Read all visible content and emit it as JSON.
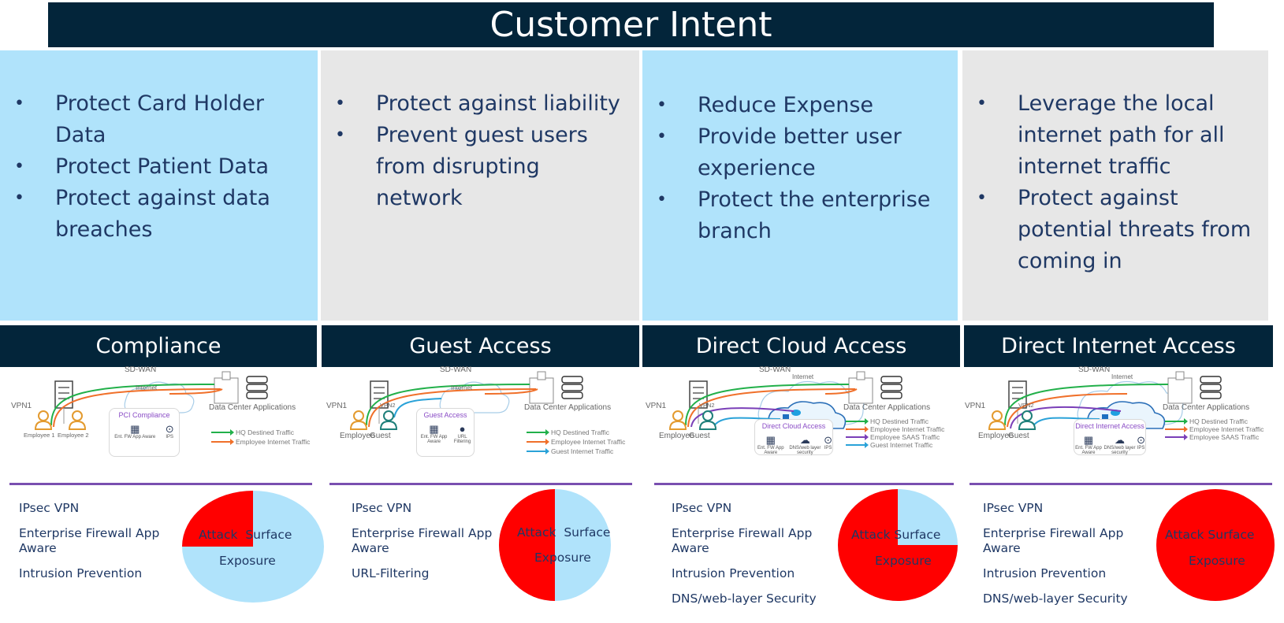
{
  "title": "Customer Intent",
  "colors": {
    "header_bg": "#03253a",
    "panel_blue": "#b0e3fb",
    "panel_gray": "#e7e7e7",
    "text_navy": "#1f3864",
    "divider_purple": "#7a4fb0",
    "pie_attack": "#ff0000",
    "pie_safe": "#b0e3fb",
    "hq_traffic": "#22b04a",
    "employee_internet": "#f0702a",
    "employee_saas": "#7a3fb8",
    "guest_internet": "#2aa2d8"
  },
  "columns": [
    {
      "category": "Compliance",
      "intents": [
        "Protect Card Holder Data",
        "Protect Patient Data",
        "Protect against data breaches"
      ],
      "diagram": {
        "sdwan_label": "SD-WAN",
        "cloud_label": "Internet",
        "vpn_labels": [
          "VPN1"
        ],
        "users": [
          "Employee 1",
          "Employee 2"
        ],
        "dc_label": "Data Center Applications",
        "security_box": {
          "title": "PCI Compliance",
          "icons": [
            {
              "icon": "firewall-icon",
              "label": "Ent. FW App Aware"
            },
            {
              "icon": "ips-icon",
              "label": "IPS"
            }
          ]
        },
        "legend": [
          {
            "label": "HQ Destined Traffic",
            "color": "#22b04a"
          },
          {
            "label": "Employee Internet Traffic",
            "color": "#f0702a"
          }
        ]
      },
      "features": [
        "IPsec VPN",
        "Enterprise Firewall App Aware",
        "Intrusion Prevention"
      ],
      "pie": {
        "attack_surface_exposure_pct": 25,
        "label_1": "Attack  Surface",
        "label_2": "Exposure"
      }
    },
    {
      "category": "Guest Access",
      "intents": [
        "Protect against liability",
        "Prevent guest users from disrupting network"
      ],
      "diagram": {
        "sdwan_label": "SD-WAN",
        "cloud_label": "Internet",
        "vpn_labels": [
          "VPN1",
          "VPN2"
        ],
        "users": [
          "Employee",
          "Guest"
        ],
        "dc_label": "Data Center Applications",
        "security_box": {
          "title": "Guest Access",
          "icons": [
            {
              "icon": "firewall-icon",
              "label": "Ent. FW App Aware"
            },
            {
              "icon": "url-filter-icon",
              "label": "URL Filtering"
            }
          ]
        },
        "legend": [
          {
            "label": "HQ Destined Traffic",
            "color": "#22b04a"
          },
          {
            "label": "Employee Internet Traffic",
            "color": "#f0702a"
          },
          {
            "label": "Guest Internet Traffic",
            "color": "#2aa2d8"
          }
        ]
      },
      "features": [
        "IPsec VPN",
        "Enterprise Firewall App Aware",
        "URL-Filtering"
      ],
      "pie": {
        "attack_surface_exposure_pct": 50,
        "label_1": "Attack  Surface",
        "label_2": "Exposure"
      }
    },
    {
      "category": "Direct Cloud Access",
      "intents": [
        "Reduce Expense",
        "Provide better user experience",
        "Protect the enterprise branch"
      ],
      "diagram": {
        "sdwan_label": "SD-WAN",
        "cloud_label": "Internet",
        "saas_label": "SaaS",
        "vpn_labels": [
          "VPN1",
          "VPN2"
        ],
        "users": [
          "Employee",
          "Guest"
        ],
        "dc_label": "Data Center Applications",
        "security_box": {
          "title": "Direct Cloud Access",
          "icons": [
            {
              "icon": "firewall-icon",
              "label": "Ent. FW App Aware"
            },
            {
              "icon": "cloud-security-icon",
              "label": "DNS/web layer security"
            },
            {
              "icon": "ips-icon",
              "label": "IPS"
            }
          ]
        },
        "legend": [
          {
            "label": "HQ Destined Traffic",
            "color": "#22b04a"
          },
          {
            "label": "Employee Internet Traffic",
            "color": "#f0702a"
          },
          {
            "label": "Employee SAAS Traffic",
            "color": "#7a3fb8"
          },
          {
            "label": "Guest Internet Traffic",
            "color": "#2aa2d8"
          }
        ]
      },
      "features": [
        "IPsec VPN",
        "Enterprise Firewall App Aware",
        "Intrusion Prevention",
        "DNS/web-layer Security"
      ],
      "pie": {
        "attack_surface_exposure_pct": 75,
        "label_1": "Attack Surface",
        "label_2": "Exposure"
      }
    },
    {
      "category": "Direct Internet Access",
      "intents": [
        "Leverage the local internet path for all internet traffic",
        "Protect against potential threats from coming in"
      ],
      "diagram": {
        "sdwan_label": "SD-WAN",
        "cloud_label": "Internet",
        "saas_label": "SaaS",
        "vpn_labels": [
          "VPN1",
          "VPN2"
        ],
        "users": [
          "Employee",
          "Guest"
        ],
        "dc_label": "Data Center Applications",
        "security_box": {
          "title": "Direct Internet Access",
          "icons": [
            {
              "icon": "firewall-icon",
              "label": "Ent. FW App Aware"
            },
            {
              "icon": "cloud-security-icon",
              "label": "DNS/web layer security"
            },
            {
              "icon": "ips-icon",
              "label": "IPS"
            }
          ]
        },
        "legend": [
          {
            "label": "HQ Destined Traffic",
            "color": "#22b04a"
          },
          {
            "label": "Employee Internet Traffic",
            "color": "#f0702a"
          },
          {
            "label": "Employee SAAS Traffic",
            "color": "#7a3fb8"
          }
        ]
      },
      "features": [
        "IPsec VPN",
        "Enterprise Firewall App Aware",
        "Intrusion Prevention",
        "DNS/web-layer Security"
      ],
      "pie": {
        "attack_surface_exposure_pct": 100,
        "label_1": "Attack Surface",
        "label_2": "Exposure"
      }
    }
  ]
}
